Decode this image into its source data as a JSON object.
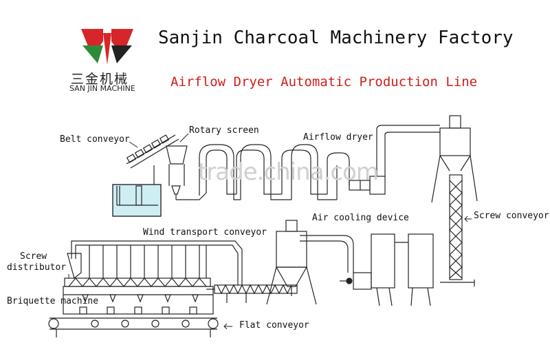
{
  "header": {
    "title": "Sanjin Charcoal Machinery Factory",
    "subtitle": "Airflow Dryer Automatic Production Line"
  },
  "logo": {
    "chinese_text": "三金机械",
    "english_text": "SAN JIN MACHINE",
    "colors": {
      "red": "#d7262a",
      "green": "#2e8b3a",
      "dark": "#222222"
    }
  },
  "watermark": {
    "text": "trade.china.com"
  },
  "labels": {
    "belt_conveyor": "Belt conveyor",
    "rotary_screen": "Rotary screen",
    "airflow_dryer": "Airflow dryer",
    "screw_conveyor": "Screw conveyor",
    "air_cooling_device": "Air cooling device",
    "wind_transport_conveyor": "Wind transport conveyor",
    "screw_distributor_line1": "Screw",
    "screw_distributor_line2": "distributor",
    "briquette_machine": "Briquette machine",
    "flat_conveyor": "Flat conveyor"
  },
  "colors": {
    "water": "#cfeef3",
    "line": "#222222",
    "title_red": "#d21b1b"
  }
}
